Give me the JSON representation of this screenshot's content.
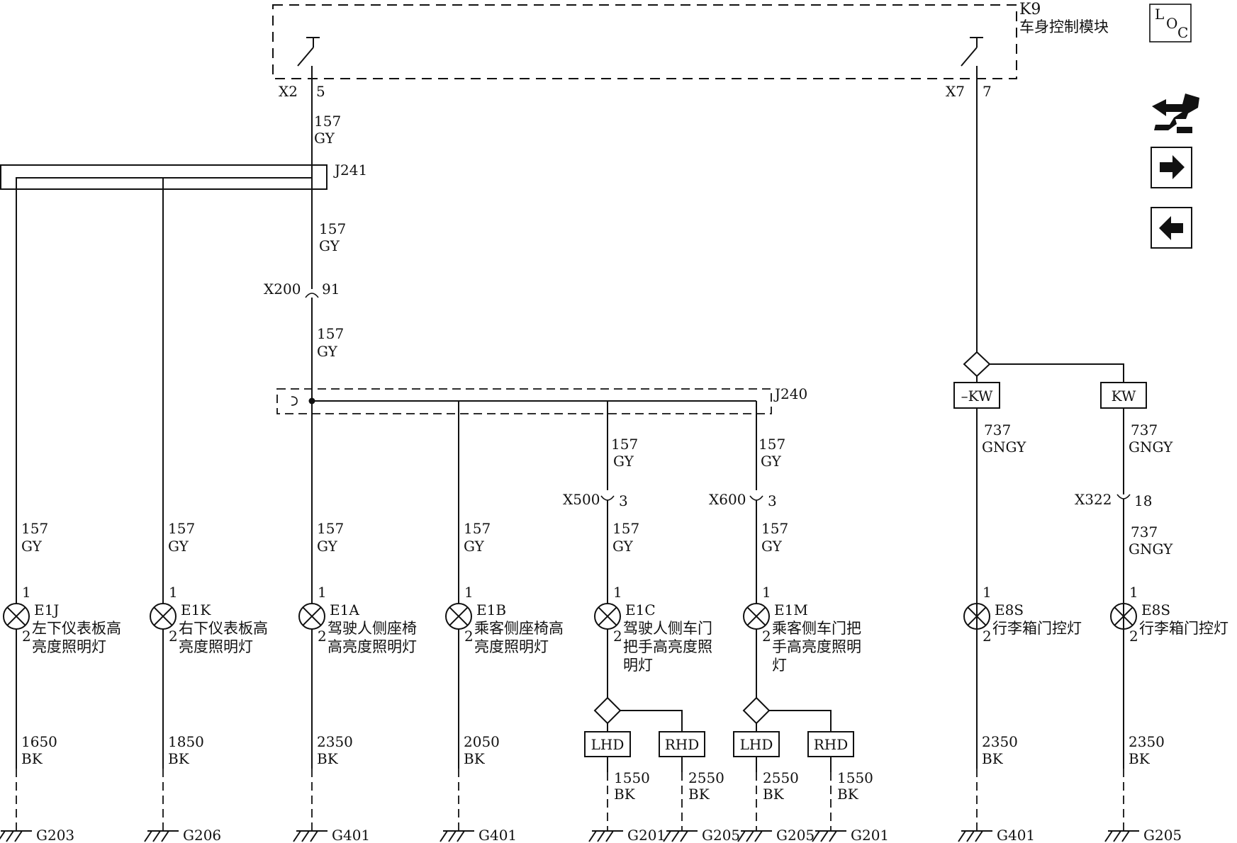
{
  "module": {
    "id": "K9",
    "name": "车身控制模块",
    "left_pin": {
      "connector": "X2",
      "pin": "5"
    },
    "right_pin": {
      "connector": "X7",
      "pin": "7"
    }
  },
  "loc_badge": {
    "l": "L",
    "o": "O",
    "c": "C"
  },
  "nav_icons": [
    "wire-routing-icon",
    "arrow-right-icon",
    "arrow-left-icon"
  ],
  "splices": {
    "j241": "J241",
    "j240": "J240"
  },
  "inline_connectors": {
    "x200": {
      "name": "X200",
      "pin": "91"
    },
    "x500": {
      "name": "X500",
      "pin": "3"
    },
    "x600": {
      "name": "X600",
      "pin": "3"
    },
    "x322": {
      "name": "X322",
      "pin": "18"
    }
  },
  "wire_labels": {
    "main_1": {
      "num": "157",
      "color": "GY"
    },
    "main_2": {
      "num": "157",
      "color": "GY"
    },
    "main_3": {
      "num": "157",
      "color": "GY"
    },
    "c_up": {
      "num": "157",
      "color": "GY"
    },
    "m_up": {
      "num": "157",
      "color": "GY"
    },
    "kw_left": {
      "num": "737",
      "color": "GNGY"
    },
    "kw_right": {
      "num": "737",
      "color": "GNGY"
    },
    "kw_right_2": {
      "num": "737",
      "color": "GNGY"
    }
  },
  "options": {
    "no_kw": "–KW",
    "kw": "KW",
    "lhd": "LHD",
    "rhd": "RHD"
  },
  "lamps": [
    {
      "id": "E1J",
      "name_lines": [
        "左下仪表板高",
        "亮度照明灯"
      ],
      "pin1": "1",
      "pin2": "2",
      "top_wire": "157",
      "top_color": "GY",
      "bot_wire": "1650",
      "bot_color": "BK",
      "ground": "G203"
    },
    {
      "id": "E1K",
      "name_lines": [
        "右下仪表板高",
        "亮度照明灯"
      ],
      "pin1": "1",
      "pin2": "2",
      "top_wire": "157",
      "top_color": "GY",
      "bot_wire": "1850",
      "bot_color": "BK",
      "ground": "G206"
    },
    {
      "id": "E1A",
      "name_lines": [
        "驾驶人侧座椅",
        "高亮度照明灯"
      ],
      "pin1": "1",
      "pin2": "2",
      "top_wire": "157",
      "top_color": "GY",
      "bot_wire": "2350",
      "bot_color": "BK",
      "ground": "G401"
    },
    {
      "id": "E1B",
      "name_lines": [
        "乘客侧座椅高",
        "亮度照明灯"
      ],
      "pin1": "1",
      "pin2": "2",
      "top_wire": "157",
      "top_color": "GY",
      "bot_wire": "2050",
      "bot_color": "BK",
      "ground": "G401"
    },
    {
      "id": "E1C",
      "name_lines": [
        "驾驶人侧车门",
        "把手高亮度照",
        "明灯"
      ],
      "pin1": "1",
      "pin2": "2",
      "top_wire": "157",
      "top_color": "GY"
    },
    {
      "id": "E1M",
      "name_lines": [
        "乘客侧车门把",
        "手高亮度照明",
        "灯"
      ],
      "pin1": "1",
      "pin2": "2",
      "top_wire": "157",
      "top_color": "GY"
    },
    {
      "id": "E8S",
      "name_lines": [
        "行李箱门控灯"
      ],
      "pin1": "1",
      "pin2": "2",
      "bot_wire": "2350",
      "bot_color": "BK",
      "ground": "G401"
    },
    {
      "id": "E8S",
      "name_lines": [
        "行李箱门控灯"
      ],
      "pin1": "1",
      "pin2": "2",
      "bot_wire": "2350",
      "bot_color": "BK",
      "ground": "G205"
    }
  ],
  "door_branches": [
    {
      "lhd_wire": "1550",
      "lhd_color": "BK",
      "lhd_ground": "G201",
      "rhd_wire": "2550",
      "rhd_color": "BK",
      "rhd_ground": "G205"
    },
    {
      "lhd_wire": "2550",
      "lhd_color": "BK",
      "lhd_ground": "G205",
      "rhd_wire": "1550",
      "rhd_color": "BK",
      "rhd_ground": "G201"
    }
  ]
}
